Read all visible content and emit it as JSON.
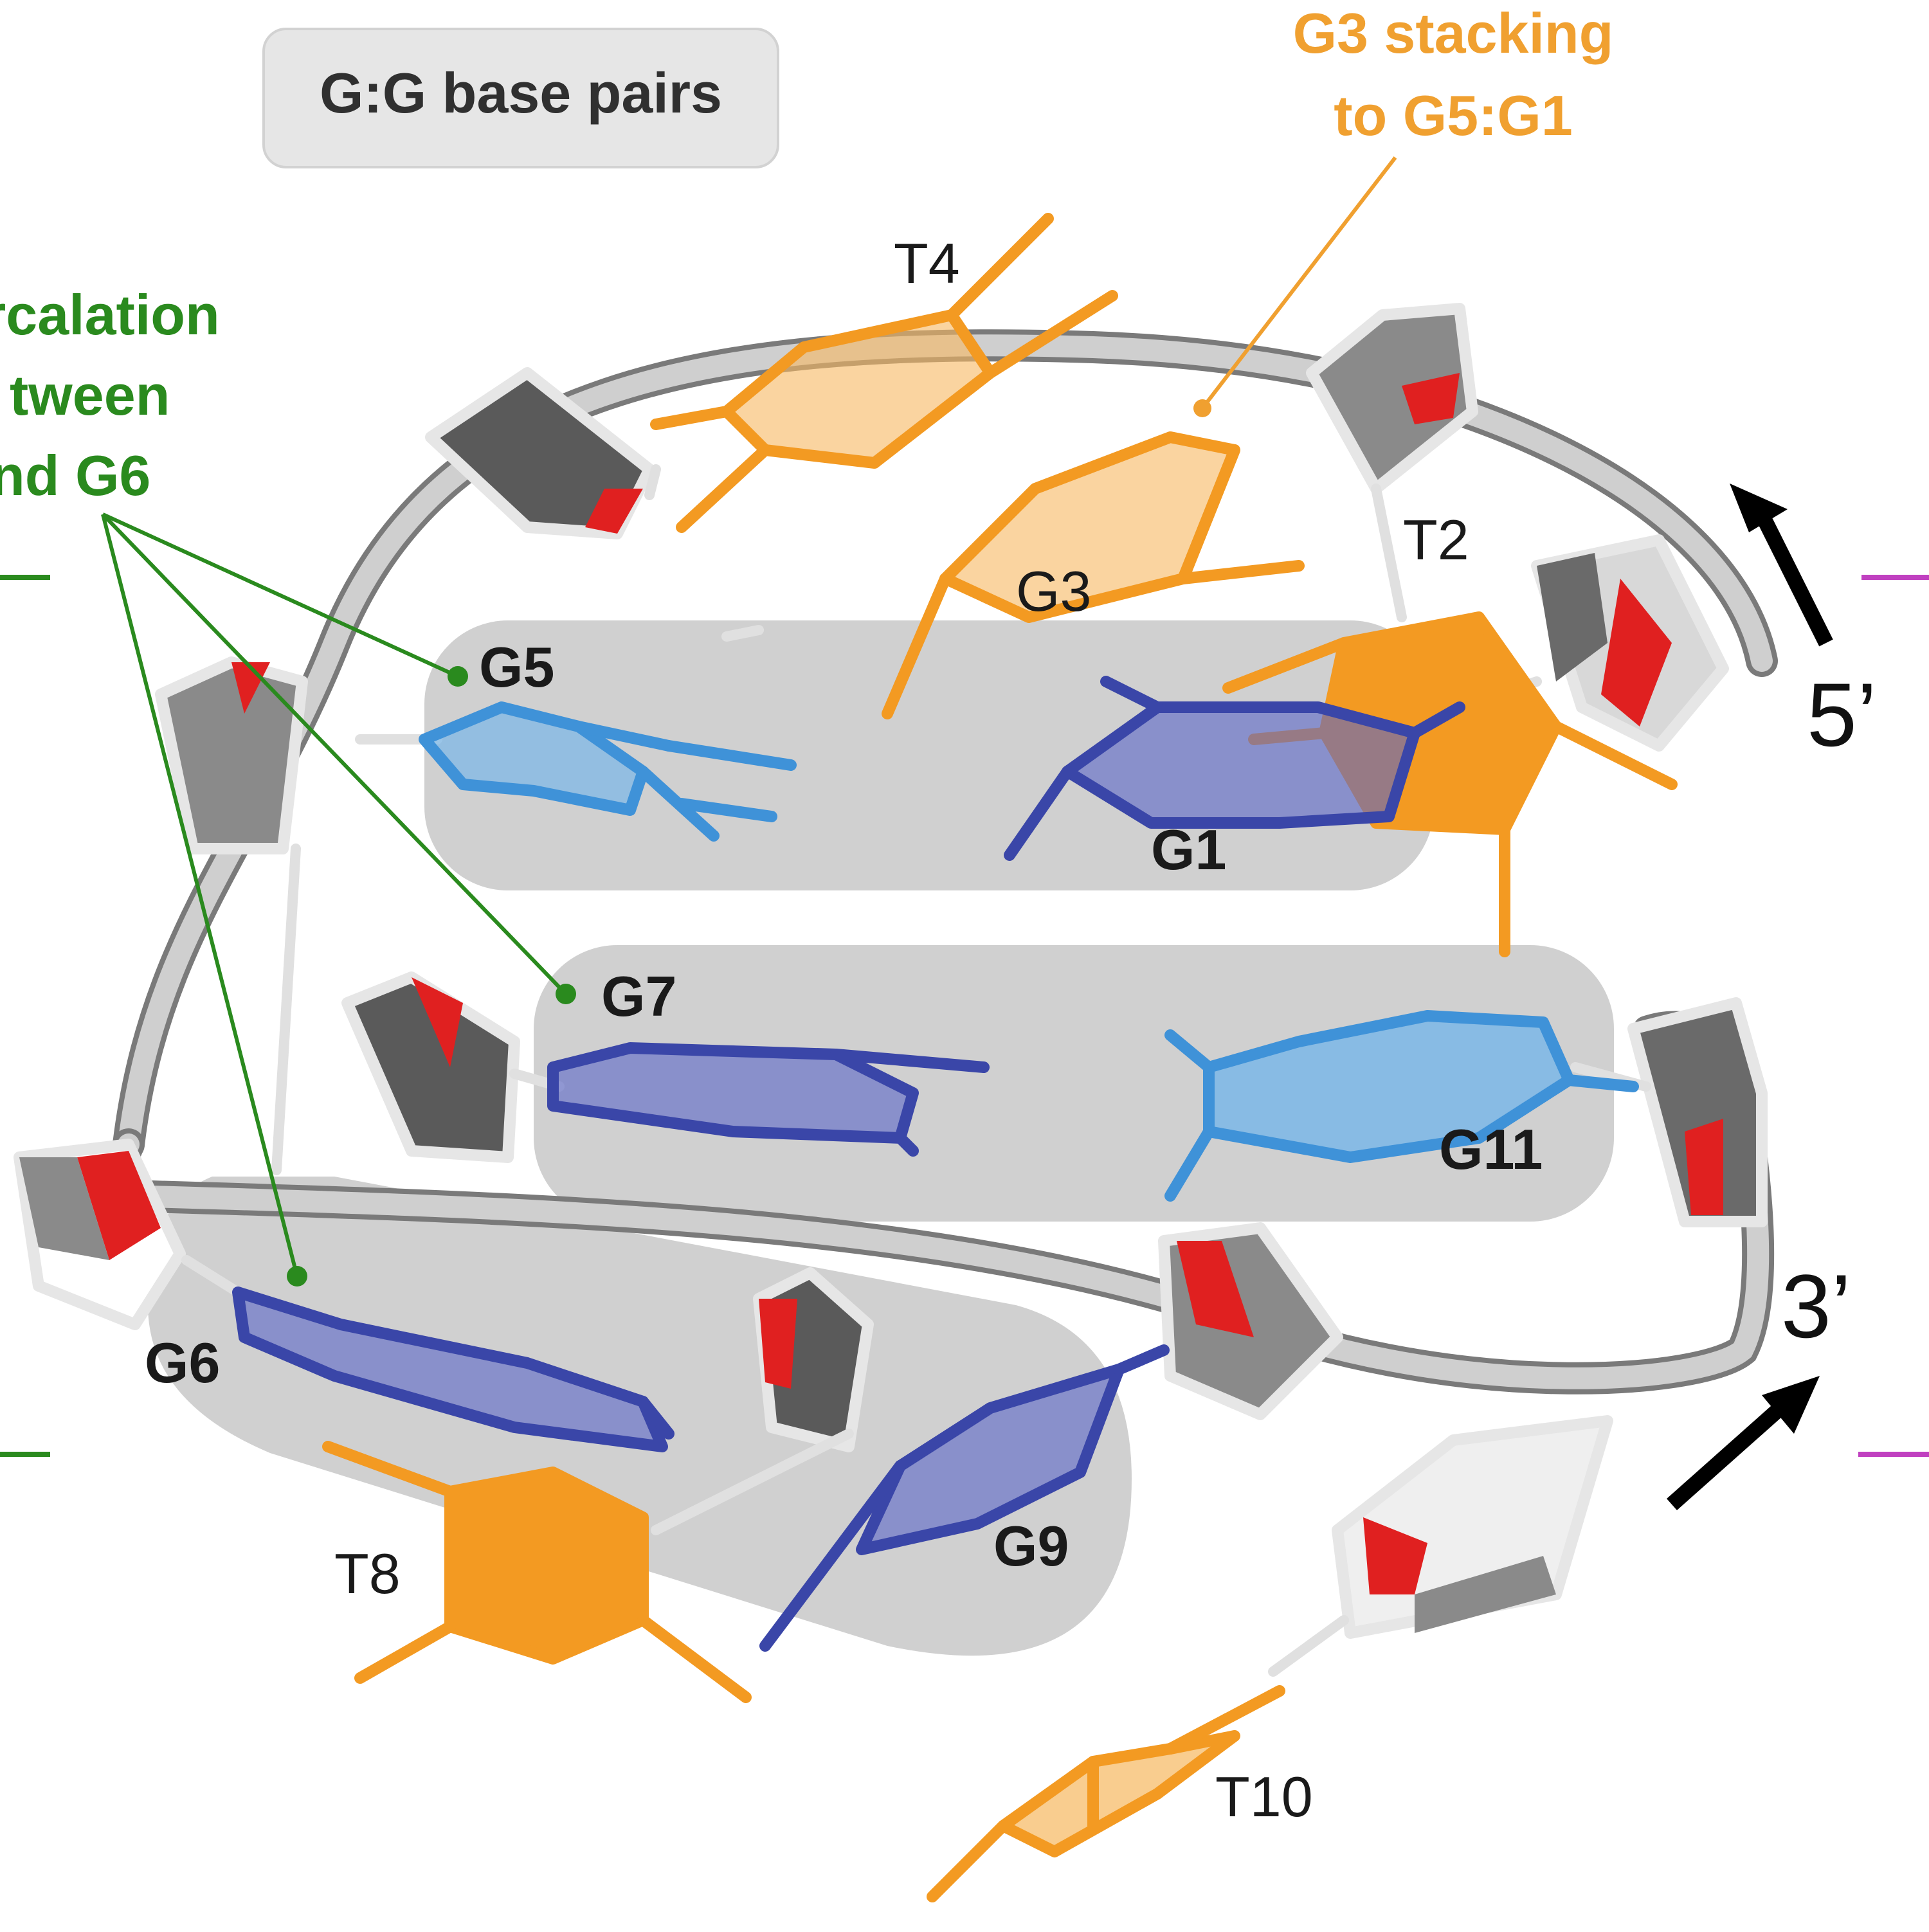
{
  "legend_box": {
    "label": "G:G base pairs"
  },
  "annotations": {
    "stacking": {
      "lines": [
        "G3 stacking",
        "to G5:G1"
      ],
      "color": "#f0a030"
    },
    "intercalation": {
      "lines": [
        "rcalation",
        "tween",
        "nd G6"
      ],
      "color": "#2a8a1e"
    }
  },
  "residues": {
    "T4": "T4",
    "T2": "T2",
    "G3": "G3",
    "G5": "G5",
    "G1": "G1",
    "G7": "G7",
    "G11": "G11",
    "G6": "G6",
    "G9": "G9",
    "T8": "T8",
    "T10": "T10"
  },
  "termini": {
    "five_prime": "5’",
    "three_prime": "3’"
  },
  "colors": {
    "backbone": "#b8b8b8",
    "sugar_dark": "#5a5a5a",
    "oxygen": "#e02020",
    "guanine_dark": "#3a46a8",
    "guanine_light": "#3f92d8",
    "thymine": "#f39a22",
    "pair_shade": "#c8c8c8",
    "side_mark_green": "#2a8a1e",
    "side_mark_magenta": "#c040c0"
  }
}
